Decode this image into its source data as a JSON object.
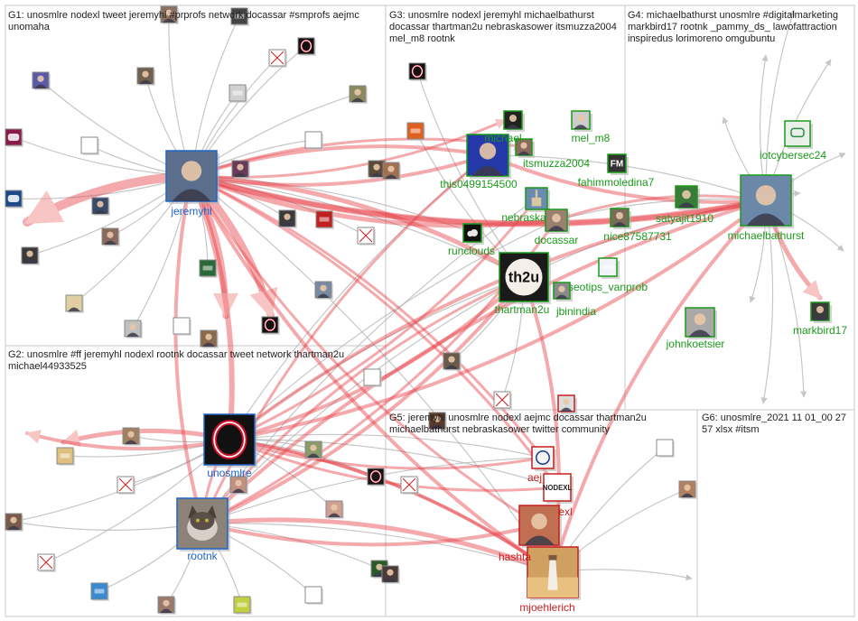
{
  "colors": {
    "background": "#ffffff",
    "group_border": "#c8c8c8",
    "edge_grey": "#b4b4b4",
    "edge_red": "#e8424a",
    "label_blue": "#1f64c8",
    "label_green": "#1a9a1a",
    "label_red": "#c81e1e",
    "label_dark": "#222222"
  },
  "groups": [
    {
      "id": "g1",
      "label": "G1: unosmlre nodexl tweet jeremyhl #prprofs network docassar #smprofs aejmc unomaha"
    },
    {
      "id": "g2",
      "label": "G2: unosmlre #ff jeremyhl nodexl rootnk docassar tweet network thartman2u michael44933525"
    },
    {
      "id": "g3",
      "label": "G3: unosmlre nodexl jeremyhl michaelbathurst docassar thartman2u nebraskasower itsmuzza2004 mel_m8 rootnk"
    },
    {
      "id": "g4",
      "label": "G4: michaelbathurst unosmlre #digitalmarketing markbird17 rootnk _pammy_ds_ lawofattraction inspiredus lorimoreno omgubuntu"
    },
    {
      "id": "g5",
      "label": "G5: jeremyhl unosmlre nodexl aejmc docassar thartman2u michaelbathurst nebraskasower twitter community"
    },
    {
      "id": "g6",
      "label": "G6: unosmlre_2021 11 01_00 27 57 xlsx #itsm"
    }
  ],
  "nodes": [
    {
      "id": "jeremyhl",
      "name": "jeremyhl",
      "label_color": "blue",
      "avatar_color": "#5b6f8c",
      "icon": "portrait-icon"
    },
    {
      "id": "unosmlre",
      "name": "unosmlre",
      "label_color": "blue",
      "avatar_color": "#111111",
      "icon": "uno-logo-icon"
    },
    {
      "id": "rootnk",
      "name": "rootnk",
      "label_color": "blue",
      "avatar_color": "#8c8378",
      "icon": "cat-photo-icon"
    },
    {
      "id": "this0499154500",
      "name": "this0499154500",
      "label_color": "green",
      "avatar_color": "#2438a8",
      "icon": "portrait-icon"
    },
    {
      "id": "michael_mel",
      "name": "michael",
      "label_color": "green",
      "avatar_color": "#222222",
      "icon": "portrait-icon"
    },
    {
      "id": "mel_m8",
      "name": "mel_m8",
      "label_color": "green",
      "avatar_color": "#cccccc",
      "icon": "portrait-icon"
    },
    {
      "id": "itsmuzza2004",
      "name": "itsmuzza2004",
      "label_color": "green",
      "avatar_color": "#8a6a5a",
      "icon": "portrait-icon"
    },
    {
      "id": "fahimmoledina7",
      "name": "fahimmoledina7",
      "label_color": "green",
      "avatar_color": "#333333",
      "icon": "fm-logo-icon"
    },
    {
      "id": "nebraskasower",
      "name": "nebraska",
      "label_color": "green",
      "avatar_color": "#6a8ab0",
      "icon": "building-icon"
    },
    {
      "id": "docassar",
      "name": "docassar",
      "label_color": "green",
      "avatar_color": "#9a8070",
      "icon": "portrait-icon"
    },
    {
      "id": "nice87587731",
      "name": "nice87587731",
      "label_color": "green",
      "avatar_color": "#7a6a5a",
      "icon": "portrait-icon"
    },
    {
      "id": "satyajit1910",
      "name": "satyajit1910",
      "label_color": "green",
      "avatar_color": "#3a7a3a",
      "icon": "portrait-icon"
    },
    {
      "id": "runclouds",
      "name": "runclouds",
      "label_color": "green",
      "avatar_color": "#111111",
      "icon": "cloud-icon"
    },
    {
      "id": "thartman2u",
      "name": "thartman2u",
      "label_color": "green",
      "avatar_color": "#1a1a1a",
      "icon": "th2u-logo-icon"
    },
    {
      "id": "seotips_vanprob",
      "name": "seotips_vanprob",
      "label_color": "green",
      "avatar_color": "#eef4fa",
      "icon": "logo-icon"
    },
    {
      "id": "jbinindia",
      "name": "jbinindia",
      "label_color": "green",
      "avatar_color": "#8a8a8a",
      "icon": "portrait-icon"
    },
    {
      "id": "michaelbathurst",
      "name": "michaelbathurst",
      "label_color": "green",
      "avatar_color": "#6c88a8",
      "icon": "portrait-icon"
    },
    {
      "id": "iotcybersec24",
      "name": "iotcybersec24",
      "label_color": "green",
      "avatar_color": "#e8f0e8",
      "icon": "cyber-logo-icon"
    },
    {
      "id": "johnkoetsier",
      "name": "johnkoetsier",
      "label_color": "green",
      "avatar_color": "#a8a8a8",
      "icon": "portrait-icon"
    },
    {
      "id": "markbird17",
      "name": "markbird17",
      "label_color": "green",
      "avatar_color": "#3a3a3a",
      "icon": "portrait-icon"
    },
    {
      "id": "aejmc",
      "name": "aej",
      "label_color": "red",
      "avatar_color": "#f4f4f4",
      "icon": "aejmc-logo-icon"
    },
    {
      "id": "nodexl",
      "name": "exl",
      "label_color": "red",
      "avatar_color": "#ffffff",
      "icon": "nodexl-logo-icon"
    },
    {
      "id": "hashtag",
      "name": "hashta",
      "label_color": "red",
      "avatar_color": "#c07050",
      "icon": "portrait-icon"
    },
    {
      "id": "mjoehlerich",
      "name": "mjoehlerich",
      "label_color": "red",
      "avatar_color": "#d0a060",
      "icon": "lighthouse-icon"
    },
    {
      "id": "lindtd",
      "name": "",
      "label_color": "red",
      "avatar_color": "#dddddd",
      "icon": "portrait-icon"
    }
  ],
  "minor_nodes": [
    {
      "id": "n_a",
      "icon": "profile-icon",
      "color": "#8a7060"
    },
    {
      "id": "n_b",
      "icon": "logo-icon",
      "color": "#444444"
    },
    {
      "id": "n_c",
      "icon": "uno-logo-icon",
      "color": "#111111"
    },
    {
      "id": "n_d",
      "icon": "broken-image-icon",
      "color": "#ffffff"
    },
    {
      "id": "n_e",
      "icon": "profile-icon",
      "color": "#5a5aa8"
    },
    {
      "id": "n_f",
      "icon": "profile-icon",
      "color": "#706050"
    },
    {
      "id": "n_g",
      "icon": "logo-icon",
      "color": "#d0d0d0"
    },
    {
      "id": "n_h",
      "icon": "profile-icon",
      "color": "#8a8a60"
    },
    {
      "id": "n_i",
      "icon": "prsa-logo-icon",
      "color": "#8a1a4a"
    },
    {
      "id": "n_j",
      "icon": "logo-icon",
      "color": "#ffffff"
    },
    {
      "id": "n_k",
      "icon": "logo-icon",
      "color": "#ffffff"
    },
    {
      "id": "n_l",
      "icon": "profile-icon",
      "color": "#6a3a5a"
    },
    {
      "id": "n_m",
      "icon": "prd-logo-icon",
      "color": "#1a4a8a"
    },
    {
      "id": "n_n",
      "icon": "profile-icon",
      "color": "#3a3a3a"
    },
    {
      "id": "n_o",
      "icon": "profile-icon",
      "color": "#8a6a5a"
    },
    {
      "id": "n_p",
      "icon": "profile-icon",
      "color": "#3a3a3a"
    },
    {
      "id": "n_q",
      "icon": "broken-image-icon",
      "color": "#ffffff"
    },
    {
      "id": "n_r",
      "icon": "profile-icon",
      "color": "#e0d0a0"
    },
    {
      "id": "n_s",
      "icon": "profile-icon",
      "color": "#c0c0c0"
    },
    {
      "id": "n_t",
      "icon": "logo-icon",
      "color": "#2a6a3a"
    },
    {
      "id": "n_u",
      "icon": "uno-logo-icon",
      "color": "#111111"
    },
    {
      "id": "n_v",
      "icon": "profile-icon",
      "color": "#7a8aa0"
    },
    {
      "id": "n_w",
      "icon": "profile-icon",
      "color": "#5a4a3a"
    },
    {
      "id": "n_x",
      "icon": "profile-icon",
      "color": "#a07050"
    },
    {
      "id": "n_y",
      "icon": "logo-icon",
      "color": "#c02020"
    },
    {
      "id": "n_z",
      "icon": "profile-icon",
      "color": "#3a4a6a"
    },
    {
      "id": "n_aa",
      "icon": "logo-icon",
      "color": "#ffffff"
    },
    {
      "id": "n_ab",
      "icon": "profile-icon",
      "color": "#8a6a4a"
    },
    {
      "id": "n_ac",
      "icon": "logo-icon",
      "color": "#ffffff"
    },
    {
      "id": "n_ad",
      "icon": "profile-icon",
      "color": "#6a5a4a"
    },
    {
      "id": "n_ae",
      "icon": "logo-icon",
      "color": "#e06020"
    },
    {
      "id": "n_af",
      "icon": "uno-logo-icon",
      "color": "#111111"
    },
    {
      "id": "n_ag",
      "icon": "broken-image-icon",
      "color": "#ffffff"
    },
    {
      "id": "n_ah",
      "icon": "profile-icon",
      "color": "#a08060"
    },
    {
      "id": "n_ai",
      "icon": "logo-icon",
      "color": "#e0c080"
    },
    {
      "id": "n_aj",
      "icon": "broken-image-icon",
      "color": "#ffffff"
    },
    {
      "id": "n_ak",
      "icon": "profile-icon",
      "color": "#c09080"
    },
    {
      "id": "n_al",
      "icon": "profile-icon",
      "color": "#8a9a6a"
    },
    {
      "id": "n_am",
      "icon": "profile-icon",
      "color": "#d0a090"
    },
    {
      "id": "n_an",
      "icon": "uno-logo-icon",
      "color": "#111111"
    },
    {
      "id": "n_ao",
      "icon": "broken-image-icon",
      "color": "#ffffff"
    },
    {
      "id": "n_ap",
      "icon": "profile-icon",
      "color": "#5a3a2a"
    },
    {
      "id": "n_aq",
      "icon": "logo-icon",
      "color": "#ffffff"
    },
    {
      "id": "n_ar",
      "icon": "profile-icon",
      "color": "#b08060"
    },
    {
      "id": "n_as",
      "icon": "profile-icon",
      "color": "#7a5a4a"
    },
    {
      "id": "n_at",
      "icon": "broken-image-icon",
      "color": "#ffffff"
    },
    {
      "id": "n_au",
      "icon": "logo-icon",
      "color": "#3a8ad0"
    },
    {
      "id": "n_av",
      "icon": "profile-icon",
      "color": "#9a7a6a"
    },
    {
      "id": "n_aw",
      "icon": "logo-icon",
      "color": "#c0d040"
    },
    {
      "id": "n_ax",
      "icon": "logo-icon",
      "color": "#ffffff"
    },
    {
      "id": "n_ay",
      "icon": "profile-icon",
      "color": "#2a5a2a"
    },
    {
      "id": "n_az",
      "icon": "profile-icon",
      "color": "#4a3a3a"
    }
  ]
}
